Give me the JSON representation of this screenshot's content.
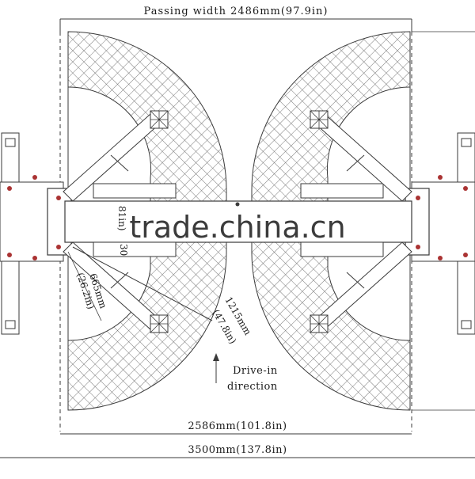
{
  "labels": {
    "passing_width": "Passing width 2486mm(97.9in)",
    "overall_mid_width": "2586mm(101.8in)",
    "overall_width": "3500mm(137.8in)",
    "arm_short_mm": "665mm",
    "arm_short_in": "(26.2in)",
    "arm_long_mm": "1215mm",
    "arm_long_in": "(47.8in)",
    "drive_in_line1": "Drive-in",
    "drive_in_line2": "direction",
    "bar_text_top": "81in)",
    "bar_text_bottom": "30",
    "watermark": "trade.china.cn"
  },
  "colors": {
    "line": "#3a3a3a",
    "hatch": "#6a6a6a",
    "fill": "#ffffff",
    "text": "#1a1a1a",
    "watermark": "#b8b8b8"
  },
  "icons": {
    "arrow": "arrow-up-icon",
    "pad": "lift-pad-icon",
    "bolt": "bolt-icon"
  }
}
